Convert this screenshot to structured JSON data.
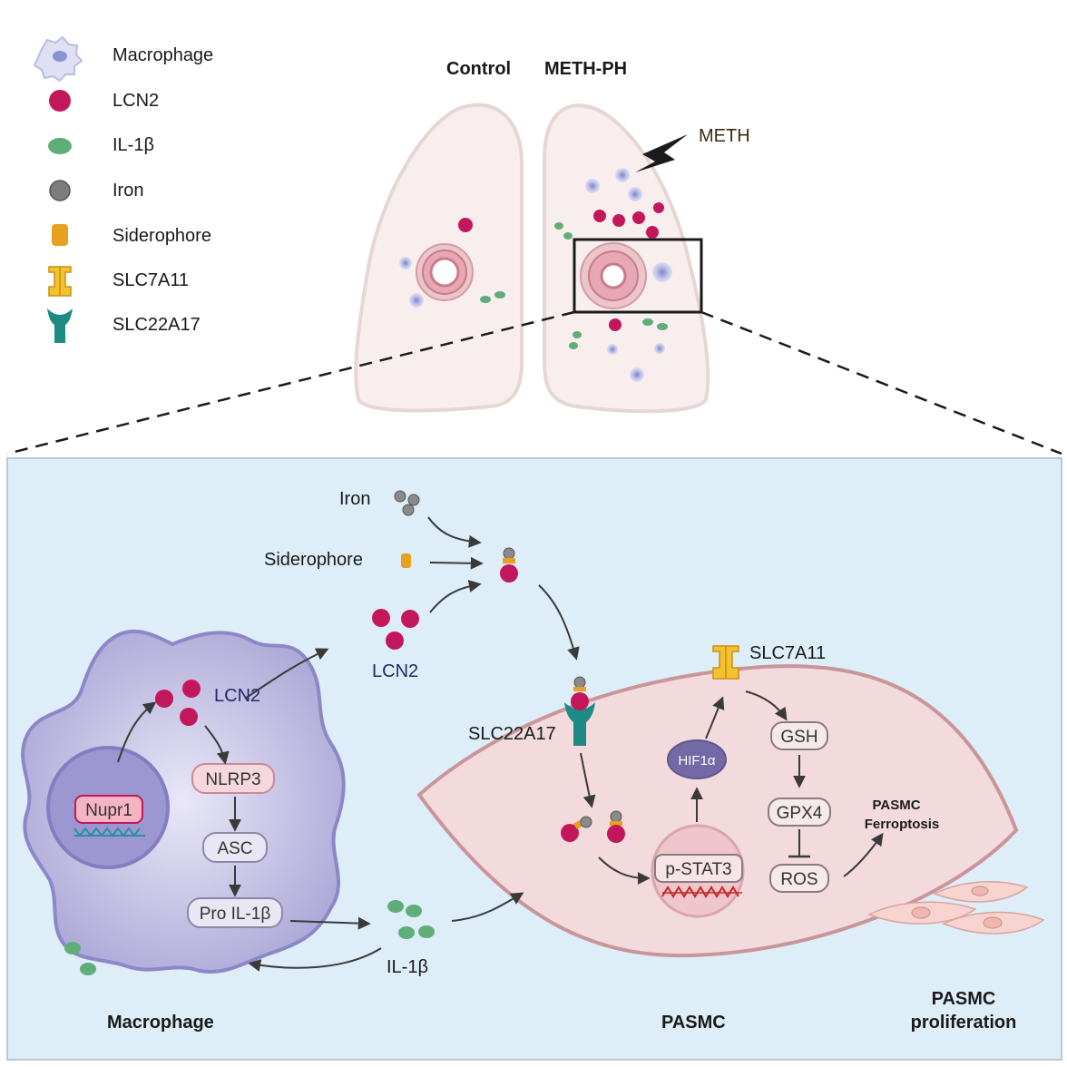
{
  "legend": {
    "items": [
      {
        "label": "Macrophage",
        "icon": "macrophage-icon"
      },
      {
        "label": "LCN2",
        "icon": "lcn2-icon"
      },
      {
        "label": "IL-1β",
        "icon": "il1b-icon"
      },
      {
        "label": "Iron",
        "icon": "iron-icon"
      },
      {
        "label": "Siderophore",
        "icon": "siderophore-icon"
      },
      {
        "label": "SLC7A11",
        "icon": "slc7a11-icon"
      },
      {
        "label": "SLC22A17",
        "icon": "slc22a17-icon"
      }
    ]
  },
  "lungs": {
    "control_label": "Control",
    "meth_ph_label": "METH-PH",
    "meth_label": "METH"
  },
  "pathway": {
    "iron_label": "Iron",
    "siderophore_label": "Siderophore",
    "lcn2_outside_label": "LCN2",
    "lcn2_inside_label": "LCN2",
    "nupr1_label": "Nupr1",
    "nlrp3_label": "NLRP3",
    "asc_label": "ASC",
    "pro_il1b_label": "Pro IL-1β",
    "il1b_label": "IL-1β",
    "slc22a17_label": "SLC22A17",
    "slc7a11_label": "SLC7A11",
    "hif1a_label": "HIF1α",
    "pstat3_label": "p-STAT3",
    "gsh_label": "GSH",
    "gpx4_label": "GPX4",
    "ros_label": "ROS",
    "ferroptosis_label_1": "PASMC",
    "ferroptosis_label_2": "Ferroptosis"
  },
  "bottom_labels": {
    "macrophage": "Macrophage",
    "pasmc": "PASMC",
    "proliferation_1": "PASMC",
    "proliferation_2": "proliferation"
  },
  "colors": {
    "panel_bg": "#ddeef8",
    "lcn2": "#c2185b",
    "il1b": "#5fae7a",
    "iron": "#7d7d7d",
    "siderophore": "#e8a020",
    "slc22a17": "#1e8a86",
    "macrophage": "#b9b4e0",
    "pasmc": "#f3dadc",
    "lung": "#f8eeee"
  }
}
